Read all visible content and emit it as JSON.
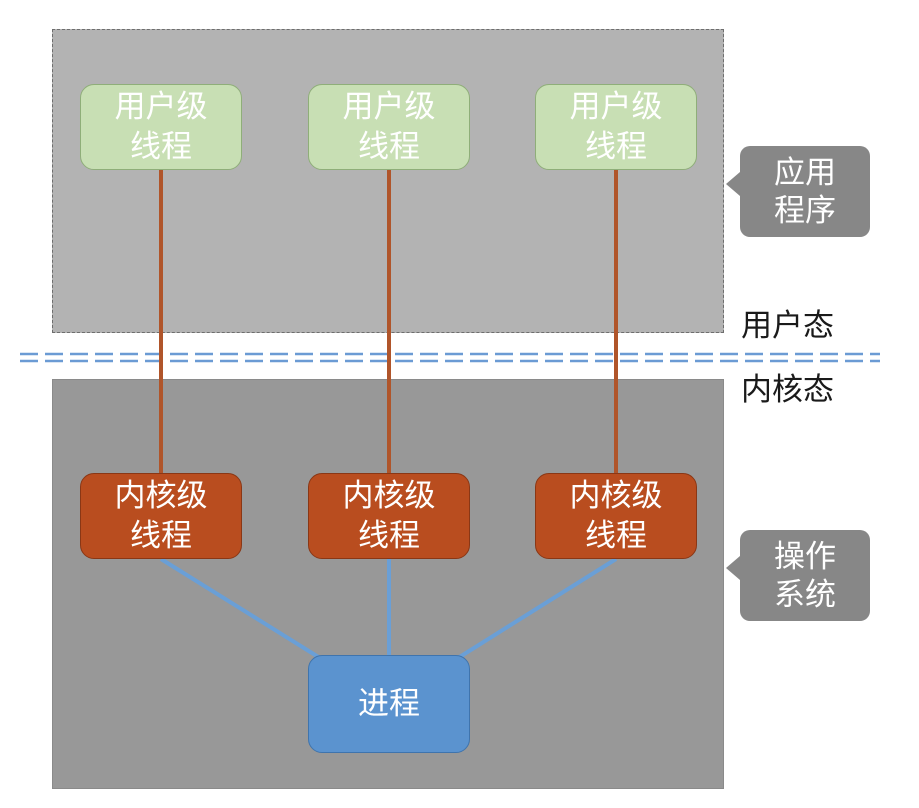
{
  "user_level_threads": [
    {
      "label": "用户级\n线程"
    },
    {
      "label": "用户级\n线程"
    },
    {
      "label": "用户级\n线程"
    }
  ],
  "kernel_level_threads": [
    {
      "label": "内核级\n线程"
    },
    {
      "label": "内核级\n线程"
    },
    {
      "label": "内核级\n线程"
    }
  ],
  "process": {
    "label": "进程"
  },
  "callouts": {
    "application": "应用\n程序",
    "operating_system": "操作\n系统"
  },
  "mode_labels": {
    "user_mode": "用户态",
    "kernel_mode": "内核态"
  },
  "colors": {
    "user_thread": "#c8dfb4",
    "kernel_thread": "#b94d1f",
    "process": "#5b93cf",
    "thread_link": "#b0552a",
    "process_link": "#6a9fd6",
    "boundary": "#6b9bd4"
  }
}
